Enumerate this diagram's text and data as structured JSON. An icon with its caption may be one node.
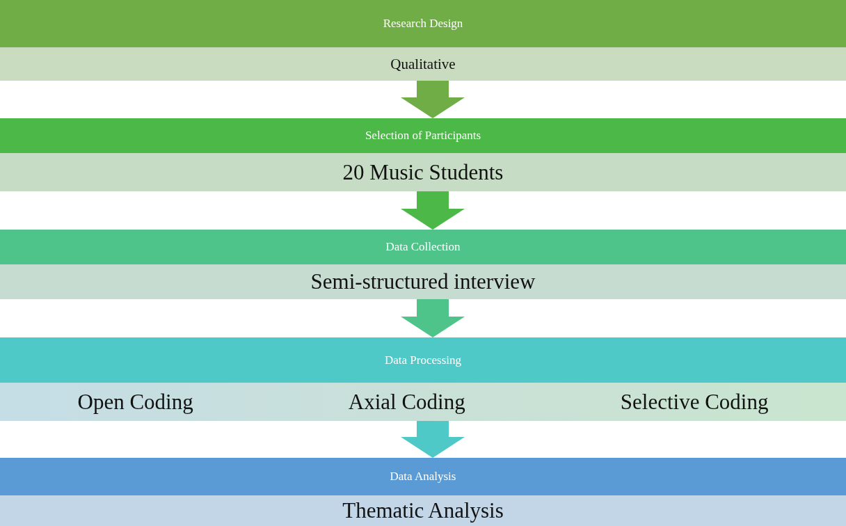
{
  "diagram": {
    "nodes": [
      {
        "text": [
          "Research Design"
        ]
      },
      {
        "text": [
          "Qualitative"
        ]
      },
      {
        "text": [
          "Selection of Participants"
        ]
      },
      {
        "text": [
          "20 Music Students"
        ]
      },
      {
        "text": [
          "Data Collection"
        ]
      },
      {
        "text": [
          "Semi-structured interview"
        ]
      },
      {
        "text": [
          "Data Processing"
        ]
      },
      {
        "text": [
          "Open Coding",
          "Axial Coding",
          "Selective Coding"
        ]
      },
      {
        "text": [
          "Data Analysis"
        ]
      },
      {
        "text": [
          "Thematic Analysis"
        ]
      }
    ],
    "edges": [
      {
        "from": 1,
        "to": 2,
        "arrow": "to",
        "color": "#70ad47"
      },
      {
        "from": 3,
        "to": 4,
        "arrow": "to",
        "color": "#4cb848"
      },
      {
        "from": 5,
        "to": 6,
        "arrow": "to",
        "color": "#4ec48a"
      },
      {
        "from": 7,
        "to": 8,
        "arrow": "to",
        "color": "#4fc8c8"
      }
    ]
  }
}
